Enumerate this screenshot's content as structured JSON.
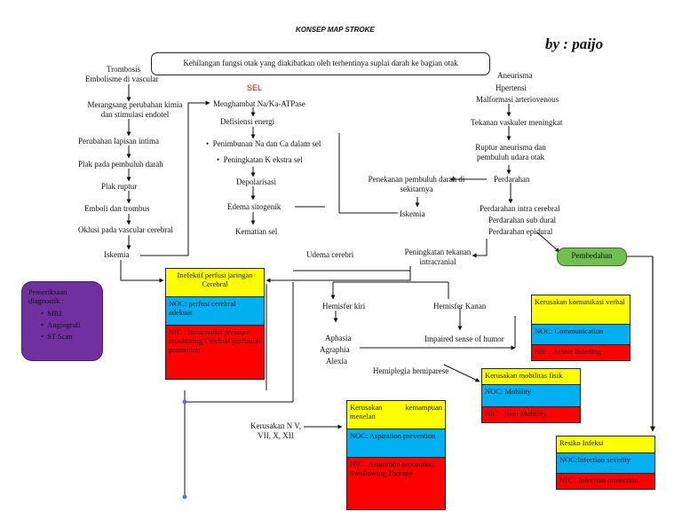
{
  "title": "KONSEP MAP STROKE",
  "author": "by : paijo",
  "header_box": "Kehilangan fungsi otak yang diakibatkan oleh terhentinya suplai darah ke bagian otak",
  "left_column": {
    "trombosis": "Trombosis",
    "embolisme": "Embolisme di vascular",
    "merangsang": "Merangsang perubahan kimia dan stimulasi endotel",
    "perubahan": "Perubahan lapisan intima",
    "plak_pembuluh": "Plak pada pembuluh darah",
    "plak_ruptur": "Plak ruptur",
    "emboli": "Emboli dan trombus",
    "oklusi": "Oklusi pada vascular cerebral",
    "iskemia": "Iskemia"
  },
  "center_column": {
    "sel": "SEL",
    "menghambat": "Menghambat Na/Ka-ATPase",
    "defisiensi": "Defisiensi energi",
    "penimbunan": "Penimbunan Na dan Ca dalam sel",
    "peningkatan_k": "Peningkatan K ekstra sel",
    "depolarisasi": "Depolarisasi",
    "edema_sitogenik": "Edema sitogenik",
    "kematian": "Kematian sel",
    "edema_cerebri": "Udema cerebri"
  },
  "right_column": {
    "aneurisma": "Aneurisma",
    "hipertensi": "Hpertensi",
    "malformasi": "Malformasi arteriovenous",
    "tekanan": "Tekanan vaskuler meningkat",
    "ruptur": "Ruptur aneurisma dan pembuluh udara otak",
    "perdarahan": "Perdarahan",
    "penekanan": "Penekanan pembuluh darah di sekitarnya",
    "iskemia": "Iskemia",
    "perd_intra": "Perdarahan intra cerebral",
    "perd_sub": "Perdarahan sub dural",
    "perd_epi": "Perdarahan epidural",
    "pembedahan": "Pembedahan",
    "peningkatan_tik": "Peningkatan tekanan intracranial"
  },
  "lower": {
    "hemisfer_kiri": "Hemisfer kiri",
    "hemisfer_kanan": "Hemisfer Kanan",
    "aphasia": "Aphasia",
    "agraphia": "Agraphia",
    "alexia": "Alexia",
    "impaired": "Impaired sense of humor",
    "hemiplegia": "Hemiplegia hemiparese",
    "kerusakan_n": "Kerusakan N V, VII, X, XII"
  },
  "diagnostic": {
    "title": "Pemeriksaan diagnostik :",
    "items": [
      "MRI",
      "Angiografi",
      "ST Scan"
    ]
  },
  "boxes": {
    "perfusi": {
      "diagnosis": "Inefektif perfusi jaringan Cerebral",
      "noc": "NOC: perfusi cerebral adekuat",
      "nic": "NIC : Intracranial pressure monitoring Cerebral perfusion promotion"
    },
    "komunikasi": {
      "diagnosis": "Kerusakan komunikasi verbal",
      "noc": "NOC: Communication",
      "nic": "NIC : Active listening"
    },
    "mobilitas": {
      "diagnosis": "Kerusakan mobilitas fisik",
      "noc": "NOC: Mobility",
      "nic": "NIC : Joint Mobility"
    },
    "menelan": {
      "diagnosis": "Kerusakan kemampuan menelan",
      "noc": "NOC: Aspiration prevention",
      "nic": "NIC : Aspiration precaution, Swallowing Therapy"
    },
    "infeksi": {
      "diagnosis": "Resiko Infeksi",
      "noc": "NOC:Infection severity",
      "nic": "NIC : Infection protection"
    }
  },
  "colors": {
    "diagnosis": "#ffff00",
    "noc": "#00b0f0",
    "nic": "#ff0000",
    "diagnostic_panel": "#7030a0",
    "pembedahan": "#70c050"
  }
}
